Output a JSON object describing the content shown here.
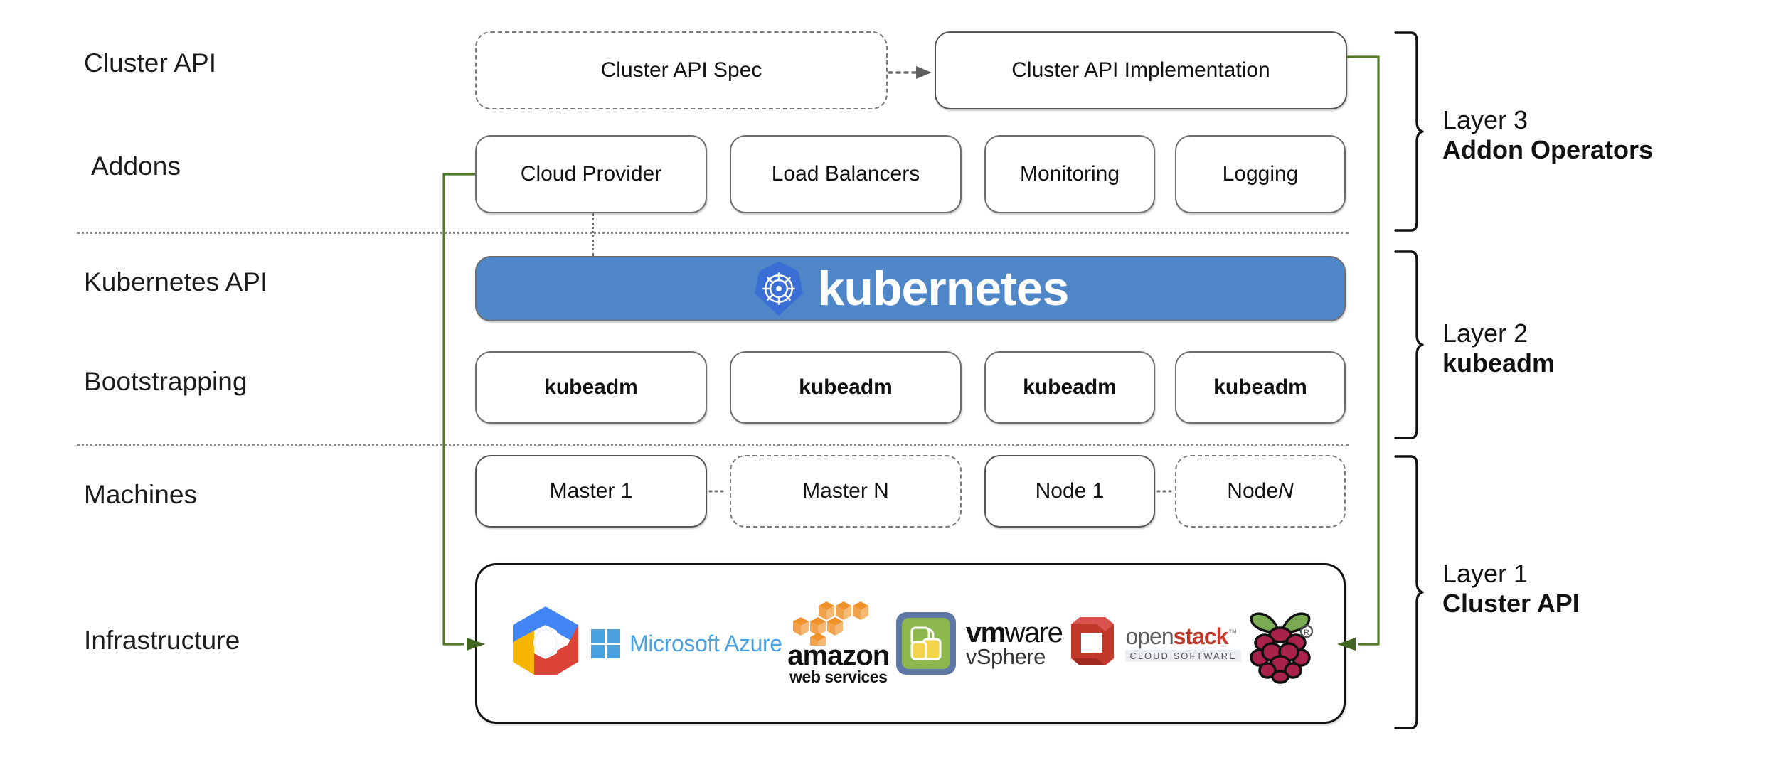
{
  "diagram": {
    "title": "Kubernetes Cluster API layered architecture",
    "colors": {
      "kubernetes_blue": "#4e86c8",
      "kubernetes_logo_blue": "#3b6ed4",
      "flow_green": "#4f7a28",
      "box_border": "#6e6e6e",
      "separator": "#8b8b8b",
      "azure_blue": "#4aa3e0",
      "aws_orange": "#f0922b",
      "openstack_red": "#c0392b",
      "raspberry_red": "#a8224a",
      "raspberry_green": "#7aab52",
      "gcp_blue": "#4285f4",
      "gcp_red": "#db4437",
      "gcp_yellow": "#f4b400",
      "gcp_green": "#0f9d58"
    }
  },
  "row_labels": [
    {
      "label": "Cluster API"
    },
    {
      "label": "Addons"
    },
    {
      "label": "Kubernetes API"
    },
    {
      "label": "Bootstrapping"
    },
    {
      "label": "Machines"
    },
    {
      "label": "Infrastructure"
    }
  ],
  "cluster_api_row": {
    "spec": {
      "label": "Cluster API Spec",
      "style": "dashed"
    },
    "implementation": {
      "label": "Cluster API Implementation",
      "style": "solid"
    },
    "arrow": "dotted-arrow-right-icon"
  },
  "addons_row": [
    {
      "label": "Cloud Provider"
    },
    {
      "label": "Load Balancers"
    },
    {
      "label": "Monitoring"
    },
    {
      "label": "Logging"
    }
  ],
  "kubernetes_banner": {
    "wordmark": "kubernetes",
    "logo": "kubernetes-helm-wheel-icon"
  },
  "bootstrapping_row": [
    {
      "label": "kubeadm"
    },
    {
      "label": "kubeadm"
    },
    {
      "label": "kubeadm"
    },
    {
      "label": "kubeadm"
    }
  ],
  "machines_row": [
    {
      "label": "Master 1",
      "style": "solid",
      "italic_suffix": ""
    },
    {
      "label": "Master N",
      "style": "dashed",
      "italic_suffix": ""
    },
    {
      "label": "Node 1",
      "style": "solid",
      "italic_suffix": ""
    },
    {
      "label": "Node ",
      "style": "dashed",
      "italic_suffix": "N"
    }
  ],
  "infrastructure_row": {
    "providers": [
      {
        "name": "google-cloud-platform-logo",
        "label": ""
      },
      {
        "name": "microsoft-azure-logo",
        "label": "Microsoft Azure"
      },
      {
        "name": "amazon-web-services-logo",
        "label": "amazon",
        "sublabel": "web services"
      },
      {
        "name": "vmware-vsphere-logo",
        "label_bold": "vm",
        "label_light": "ware",
        "sublabel": "vSphere"
      },
      {
        "name": "openstack-logo",
        "label_open": "open",
        "label_stack": "stack",
        "trademark": "™",
        "sublabel": "CLOUD SOFTWARE"
      },
      {
        "name": "raspberry-pi-logo",
        "label": ""
      }
    ]
  },
  "layers": [
    {
      "line1": "Layer 3",
      "line2": "Addon Operators"
    },
    {
      "line1": "Layer 2",
      "line2": "kubeadm"
    },
    {
      "line1": "Layer 1",
      "line2": "Cluster API"
    }
  ]
}
